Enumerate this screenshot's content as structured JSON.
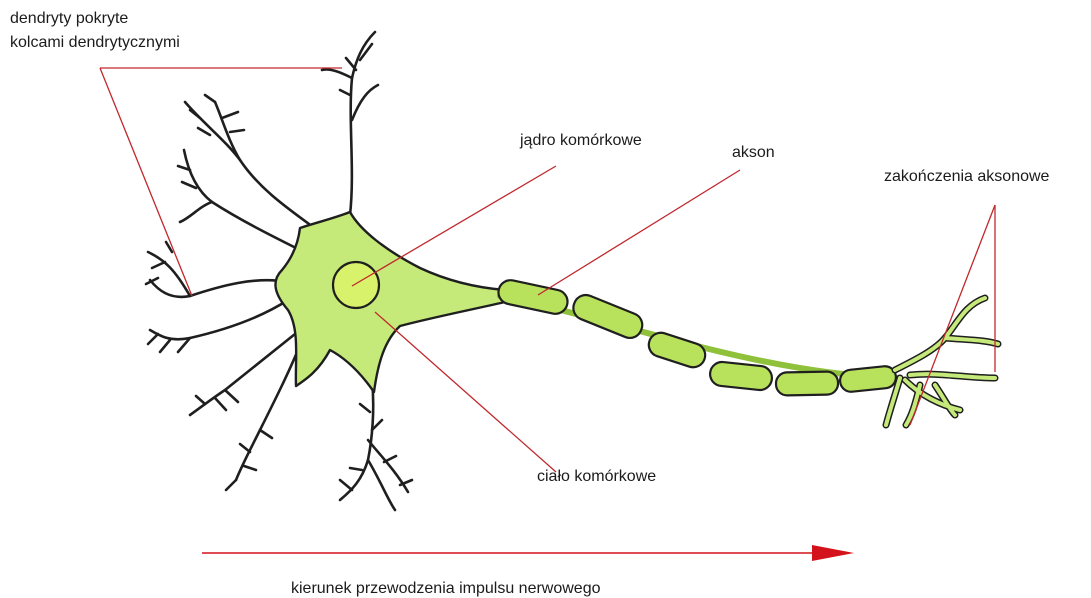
{
  "labels": {
    "dendrites_line1": "dendryty pokryte",
    "dendrites_line2": "kolcami dendrytycznymi",
    "nucleus": "jądro komórkowe",
    "axon": "akson",
    "axon_terminals": "zakończenia aksonowe",
    "cell_body": "ciało komórkowe",
    "impulse_direction": "kierunek przewodzenia impulsu nerwowego"
  },
  "colors": {
    "leader_line": "#c0282d",
    "arrow": "#d4121c",
    "cell_fill": "#c6ea7a",
    "nucleus_fill": "#d8f26b",
    "myelin_fill": "#b9e25c",
    "outline": "#1f1f1f"
  }
}
